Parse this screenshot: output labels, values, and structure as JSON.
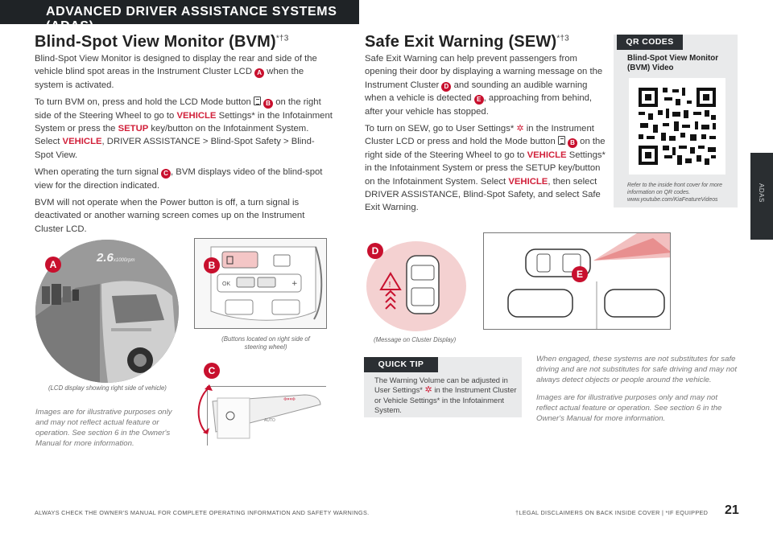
{
  "header": {
    "section": "ADVANCED DRIVER ASSISTANCE SYSTEMS (ADAS)"
  },
  "side_tab": {
    "label": "ADAS"
  },
  "bvm": {
    "title": "Blind-Spot View Monitor (BVM)",
    "title_sup": "*†3",
    "p1_a": "Blind-Spot View Monitor is designed to display the rear and side of the vehicle blind spot areas in the Instrument Cluster LCD",
    "p1_marker": "A",
    "p1_b": "when the system is activated.",
    "p2_a": "To turn BVM on, press and hold the LCD Mode button",
    "p2_marker": "B",
    "p2_b": "on the right side of the Steering Wheel to go to",
    "p2_vehicle": "VEHICLE",
    "p2_c": "Settings* in the Infotainment System or press the",
    "p2_setup": "SETUP",
    "p2_d": "key/button on the Infotainment System. Select",
    "p2_vehicle2": "VEHICLE",
    "p2_e": ", DRIVER ASSISTANCE > Blind-Spot Safety > Blind-Spot View.",
    "p3_a": "When operating the turn signal",
    "p3_marker": "C",
    "p3_b": ", BVM displays video of the blind-spot view for the direction indicated.",
    "p4": "BVM will not operate when the Power button is off, a turn signal is deactivated or another warning screen comes up on the Instrument Cluster LCD."
  },
  "sew": {
    "title": "Safe Exit Warning (SEW)",
    "title_sup": "*†3",
    "p1_a": "Safe Exit Warning can help prevent passengers from opening their door by displaying a warning message on the Instrument Cluster",
    "p1_marker_d": "D",
    "p1_b": "and sounding an audible warning when a vehicle is detected",
    "p1_marker_e": "E",
    "p1_c": ", approaching from behind, after your vehicle has stopped.",
    "p2_a": "To turn on SEW, go to User Settings*",
    "p2_b": "in the Instrument Cluster LCD or press and hold the Mode button",
    "p2_marker": "B",
    "p2_c": "on the right side of the Steering Wheel to go to",
    "p2_vehicle": "VEHICLE",
    "p2_d": "Settings* in the Infotainment System or press the SETUP key/button on the Infotainment System. Select",
    "p2_vehicle2": "VEHICLE",
    "p2_e": ", then select DRIVER ASSISTANCE, Blind-Spot Safety, and select Safe Exit Warning."
  },
  "qr": {
    "badge": "QR CODES",
    "title": "Blind-Spot View Monitor (BVM) Video",
    "note": "Refer to the inside front cover for more information on QR codes. www.youtube.com/KiaFeatureVideos"
  },
  "figures": {
    "lcd_rpm": "2.6",
    "lcd_rpm_unit": "x1000rpm",
    "caption_lcd": "(LCD display showing right side of vehicle)",
    "caption_wheel": "(Buttons located on right side of steering wheel)",
    "caption_cluster": "(Message on Cluster Display)",
    "marker_a": "A",
    "marker_b": "B",
    "marker_c": "C",
    "marker_d": "D",
    "marker_e": "E",
    "wheel_ok": "OK",
    "stalk_auto": "AUTO"
  },
  "notes": {
    "illus_left": "Images are for illustrative purposes only and may not reflect actual feature or operation. See section 6 in the Owner's Manual for more information.",
    "engaged": "When engaged, these systems are not substitutes for safe driving and are not substitutes for safe driving and may not always detect objects or people around the vehicle.",
    "illus_right": "Images are for illustrative purposes only and may not reflect actual feature or operation. See section 6 in the Owner's Manual for more information."
  },
  "quick_tip": {
    "badge": "QUICK TIP",
    "text_a": "The Warning Volume can be adjusted in User Settings*",
    "text_b": "in the Instrument Cluster or Vehicle Settings* in the Infotainment System."
  },
  "footer": {
    "left": "ALWAYS CHECK THE OWNER'S MANUAL FOR COMPLETE OPERATING INFORMATION AND SAFETY WARNINGS.",
    "right": "†LEGAL DISCLAIMERS ON BACK INSIDE COVER  |  *IF EQUIPPED",
    "page": "21"
  },
  "colors": {
    "accent": "#c8102e",
    "dark": "#1f2326",
    "panel": "#e9eaeb"
  }
}
